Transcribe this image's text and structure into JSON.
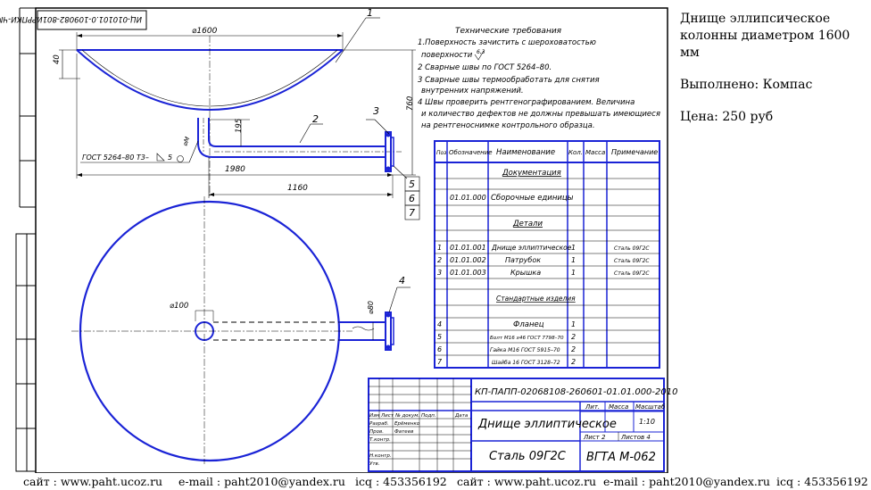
{
  "drawing": {
    "rotated_code": "ИЦ-010101.0-109082-801ИРРПКИ-ЧМ",
    "tech_title": "Технические требования",
    "tech_lines": [
      "1.Поверхность зачистить с шероховатостью",
      "поверхности",
      "2 Сварные швы  по ГОСТ 5264–80.",
      "3 Сварные швы термообработать для снятия",
      "внутренних  напряжений.",
      "4 Швы проверить рентгенографированием. Величина",
      "и количество дефектов не должны превышать имеющиеся",
      "на рентгеноснимке контрольного образца."
    ],
    "roughness": "6,3",
    "dims": {
      "d1600": "⌀1600",
      "h40": "40",
      "h760": "760",
      "h195": "195",
      "w1980": "1980",
      "w1160": "1160",
      "d100": "⌀100",
      "d80": "⌀80"
    },
    "weld_note": "ГОСТ 5264–80  Т3–",
    "weld_leg": "5",
    "weld_sym": "⌀М",
    "leaders": [
      "1",
      "2",
      "3",
      "4",
      "5",
      "6",
      "7"
    ]
  },
  "spec": {
    "headers": [
      "Поз",
      "Обозначение",
      "Наименование",
      "Кол.",
      "Масса",
      "Примечание"
    ],
    "sections": {
      "docs": "Документация",
      "assy": "Сборочные единицы",
      "parts": "Детали",
      "std": "Стандартные изделия"
    },
    "assy_row": {
      "code": "01.01.000",
      "name": "Сборочные единицы"
    },
    "parts": [
      {
        "pos": "1",
        "code": "01.01.001",
        "name": "Днище эллиптическое",
        "qty": "1",
        "note": "Сталь 09Г2С"
      },
      {
        "pos": "2",
        "code": "01.01.002",
        "name": "Патрубок",
        "qty": "1",
        "note": "Сталь 09Г2С"
      },
      {
        "pos": "3",
        "code": "01.01.003",
        "name": "Крышка",
        "qty": "1",
        "note": "Сталь 09Г2С"
      }
    ],
    "std": [
      {
        "pos": "4",
        "name": "Фланец",
        "qty": "1"
      },
      {
        "pos": "5",
        "name": "Болт М16 х46 ГОСТ 7798–70",
        "qty": "2"
      },
      {
        "pos": "6",
        "name": "Гайка М16 ГОСТ 5915–70",
        "qty": "2"
      },
      {
        "pos": "7",
        "name": "Шайба 16 ГОСТ 3128–72",
        "qty": "2"
      }
    ]
  },
  "title_block": {
    "doc_code": "КП-ПАПП-02068108-260601-01.01.000-2010",
    "name": "Днище эллиптическое",
    "material": "Сталь 09Г2С",
    "org": "ВГТА М-062",
    "lit": "Лит.",
    "mass": "Масса",
    "scale_label": "Масштаб",
    "scale": "1:10",
    "sheet": "Лист  2",
    "sheets": "Листов  4",
    "col_labels": [
      "Изм",
      "Лист",
      "№ докум.",
      "Подп.",
      "Дата"
    ],
    "roles": [
      "Разраб.",
      "Пров.",
      "Т.контр.",
      "Н.контр.",
      "Утв."
    ],
    "names": [
      "Ерёменко",
      "Фатеев"
    ]
  },
  "side_panel": {
    "title": "Днище эллипсическое колонны диаметром 1600 мм",
    "done_by": "Выполнено: Компас",
    "price": "Цена: 250 руб"
  },
  "footer": {
    "site1": "сайт : www.paht.ucoz.ru",
    "email1": "e-mail : paht2010@yandex.ru",
    "icq1": "icq : 453356192",
    "site2": "сайт : www.paht.ucoz.ru",
    "email2": "e-mail : paht2010@yandex.ru",
    "icq2": "icq : 453356192"
  }
}
